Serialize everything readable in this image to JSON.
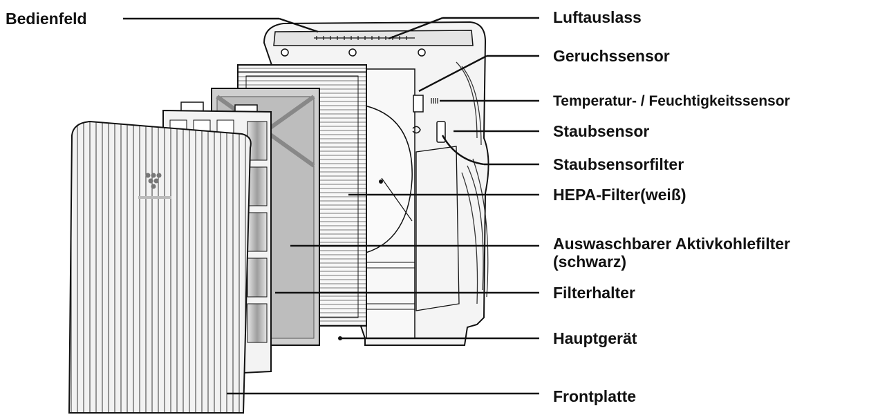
{
  "colors": {
    "ink": "#111111",
    "panel": "#ececec",
    "panel_dark": "#bdbdbd",
    "paper": "#ffffff"
  },
  "labels": {
    "control_panel": "Bedienfeld",
    "air_outlet": "Luftauslass",
    "odor_sensor": "Geruchssensor",
    "temp_humidity_sensor": "Temperatur- / Feuchtigkeitssensor",
    "dust_sensor": "Staubsensor",
    "dust_sensor_filter": "Staubsensorfilter",
    "hepa_filter": "HEPA-Filter(weiß)",
    "carbon_filter_line1": "Auswaschbarer Aktivkohlefilter",
    "carbon_filter_line2": "(schwarz)",
    "filter_holder": "Filterhalter",
    "main_unit": "Hauptgerät",
    "front_panel": "Frontplatte"
  }
}
